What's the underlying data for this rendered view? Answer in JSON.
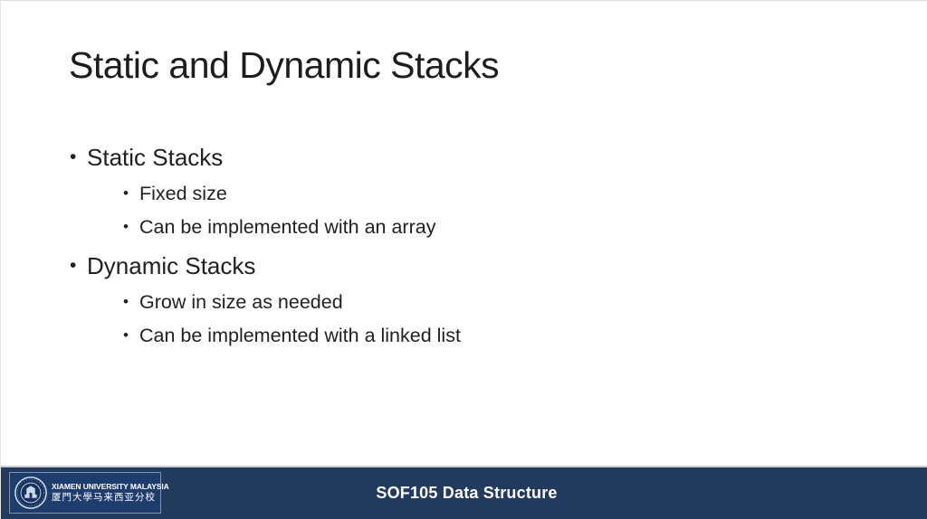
{
  "slide": {
    "title": "Static and Dynamic Stacks",
    "bullet_char": "•",
    "bullets": [
      {
        "level": 1,
        "text": "Static Stacks"
      },
      {
        "level": 2,
        "text": "Fixed size"
      },
      {
        "level": 2,
        "text": "Can be implemented with an array"
      },
      {
        "level": 1,
        "text": "Dynamic Stacks"
      },
      {
        "level": 2,
        "text": "Grow in size as needed"
      },
      {
        "level": 2,
        "text": "Can be implemented with a linked list"
      }
    ],
    "footer": {
      "course": "SOF105 Data Structure",
      "logo": {
        "line1": "XIAMEN UNIVERSITY MALAYSIA",
        "line2": "厦門大學马来西亚分校"
      }
    },
    "colors": {
      "footer_bar": "#233A5F",
      "logo_box": "#1E3D6D",
      "logo_border": "#7E90B0",
      "title_text": "#1D1D1D",
      "body_text": "#212121",
      "footer_text": "#FFFFFF",
      "footer_top_line": "#C9CDD6"
    }
  }
}
